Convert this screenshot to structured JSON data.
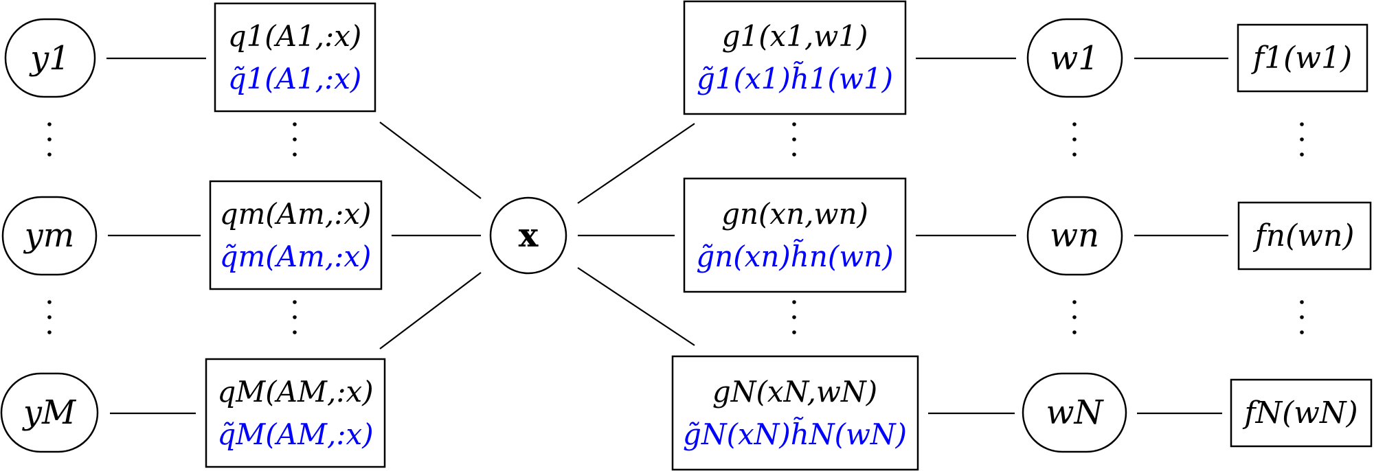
{
  "colors": {
    "stroke": "#000000",
    "highlight": "#0000ff",
    "background": "#ffffff"
  },
  "variable_nodes_y": [
    "y1",
    "ym",
    "yM"
  ],
  "variable_nodes_w": [
    "w1",
    "wn",
    "wN"
  ],
  "central_node": "x",
  "factors_q": [
    {
      "line": "q1(A1,:x)",
      "approx": "q̃1(A1,:x)"
    },
    {
      "line": "qm(Am,:x)",
      "approx": "q̃m(Am,:x)"
    },
    {
      "line": "qM(AM,:x)",
      "approx": "q̃M(AM,:x)"
    }
  ],
  "factors_g": [
    {
      "line": "g1(x1,w1)",
      "approx": "g̃1(x1)h̃1(w1)"
    },
    {
      "line": "gn(xn,wn)",
      "approx": "g̃n(xn)h̃n(wn)"
    },
    {
      "line": "gN(xN,wN)",
      "approx": "g̃N(xN)h̃N(wN)"
    }
  ],
  "factors_f": [
    "f1(w1)",
    "fn(wn)",
    "fN(wN)"
  ]
}
